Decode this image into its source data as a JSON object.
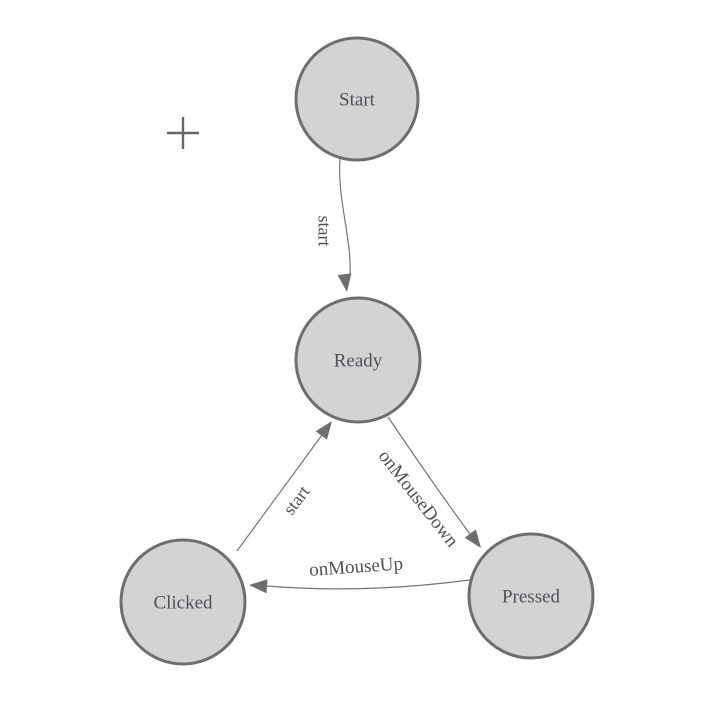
{
  "diagram": {
    "kind": "state-machine",
    "background": "#ffffff"
  },
  "colors": {
    "node_fill": "#d3d3d3",
    "node_stroke": "#6e6e6e",
    "edge_stroke": "#767676",
    "arrow_fill": "#6e6e6e",
    "label_color": "#4e5158",
    "crosshair_color": "#666666"
  },
  "icons": {
    "crosshair": "plus-crosshair"
  },
  "nodes": [
    {
      "label": "Start"
    },
    {
      "label": "Ready"
    },
    {
      "label": "Clicked"
    },
    {
      "label": "Pressed"
    }
  ],
  "edges": [
    {
      "from": "Start",
      "to": "Ready",
      "label": "start"
    },
    {
      "from": "Clicked",
      "to": "Ready",
      "label": "start"
    },
    {
      "from": "Ready",
      "to": "Pressed",
      "label": "onMouseDown"
    },
    {
      "from": "Pressed",
      "to": "Clicked",
      "label": "onMouseUp"
    }
  ]
}
